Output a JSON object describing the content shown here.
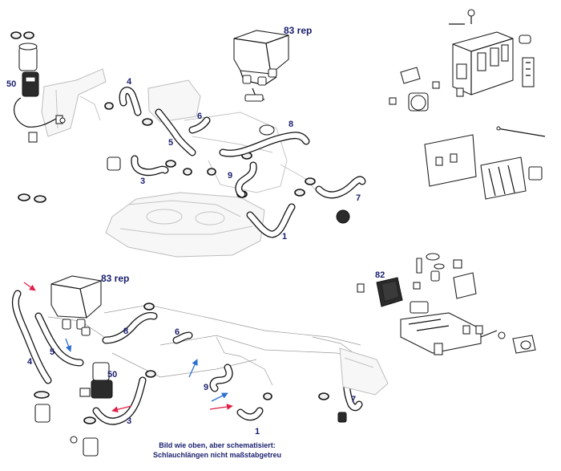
{
  "top": {
    "labels": {
      "tank": "83 rep",
      "pump": "50",
      "h4": "4",
      "h6": "6",
      "h5": "5",
      "h8": "8",
      "h3": "3",
      "h9": "9",
      "h7": "7",
      "h1": "1"
    }
  },
  "bottom": {
    "labels": {
      "tank": "83 rep",
      "pump": "50",
      "h8": "8",
      "h6": "6",
      "h5": "5",
      "h4": "4",
      "h9": "9",
      "h3": "3",
      "h7": "7",
      "h1": "1",
      "module": "82"
    }
  },
  "caption": {
    "line1": "Bild wie oben, aber schematisiert:",
    "line2": "Schlauchlängen nicht maßstabgetreu"
  },
  "colors": {
    "label": "#1a1f6e",
    "arrow_red": "#e0204a",
    "arrow_blue": "#2a6fd0"
  }
}
